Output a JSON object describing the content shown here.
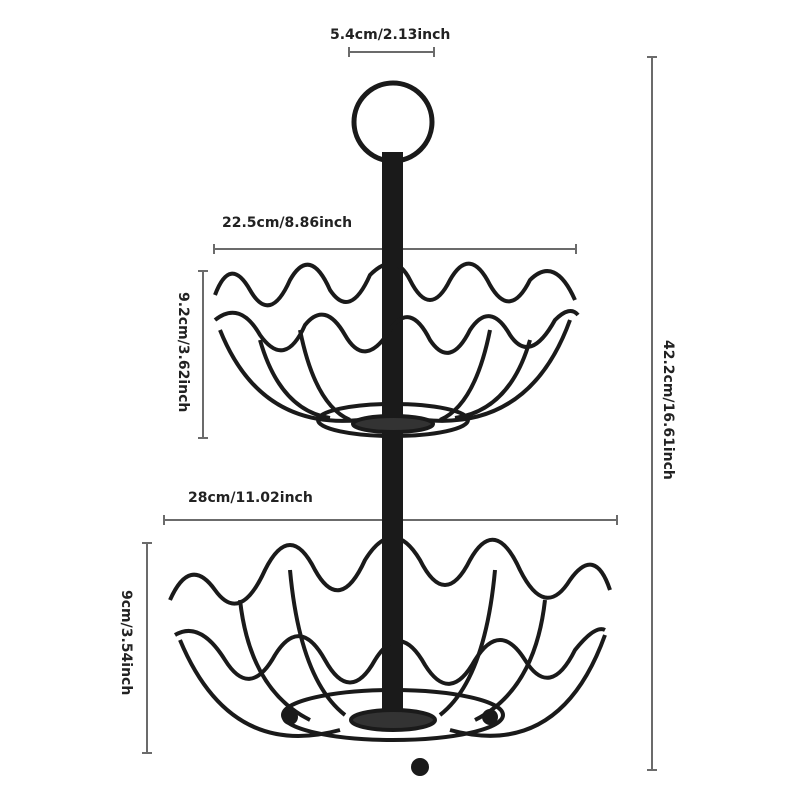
{
  "diagram": {
    "subject": "Two-tier wire fruit basket stand with top ring handle",
    "colors": {
      "wire": "#1a1a1a",
      "dimension_line": "#6b6b6b",
      "text": "#222222",
      "background": "#ffffff"
    },
    "dimensions": {
      "ring_width": "5.4cm/2.13inch",
      "top_bowl_width": "22.5cm/8.86inch",
      "top_bowl_height": "9.2cm/3.62inch",
      "bottom_bowl_width": "28cm/11.02inch",
      "bottom_bowl_height": "9cm/3.54inch",
      "total_height": "42.2cm/16.61inch"
    }
  }
}
